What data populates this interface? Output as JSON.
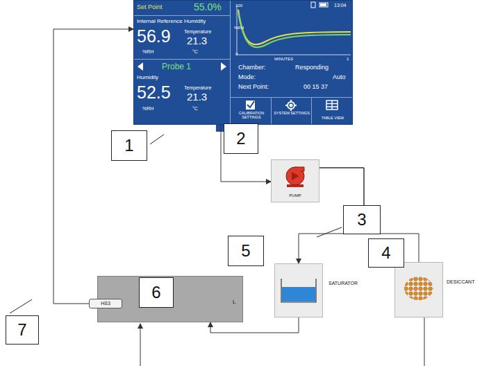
{
  "diagram": {
    "nodes": [
      {
        "text": [
          "13:04"
        ]
      },
      {
        "text": [
          "Set Point",
          "55.0%"
        ],
        "in": 0
      },
      {
        "text": [
          "Internal Reference Humidity",
          "56.9",
          "Temperature",
          "21.3",
          "%RH",
          "°C"
        ],
        "in": 0
      },
      {
        "text": [
          "Probe 1",
          "Humidity",
          "52.5",
          "Temperature",
          "21.3",
          "%RH",
          "°C"
        ],
        "in": 0
      },
      {
        "text": [
          "100",
          "%RH",
          "0",
          "MINUTES",
          "1",
          "Chamber:",
          "Responding",
          "Mode:",
          "Auto",
          "Next Point:",
          "00 15 37"
        ],
        "in": 0
      },
      {
        "text": [
          "CALIBRATION SETTINGS"
        ],
        "in": 0
      },
      {
        "text": [
          "SYSTEM SETTINGS"
        ],
        "in": 0
      },
      {
        "text": [
          "TABLE VIEW"
        ],
        "in": 0
      },
      {
        "text": [
          "PUMP"
        ]
      },
      {
        "text": [
          "SATURATOR"
        ]
      },
      {
        "text": [
          "DESICCANT"
        ]
      },
      {
        "text": [
          "L"
        ]
      },
      {
        "text": [
          "HS3"
        ],
        "in": 11
      }
    ],
    "edges": [
      {
        "from": 12,
        "to": 0,
        "arrow": "to"
      },
      {
        "from": 0,
        "to": 8,
        "arrow": "to"
      },
      {
        "from": 8,
        "to": 9,
        "arrow": "to"
      },
      {
        "from": 8,
        "to": 10,
        "arrow": "none"
      },
      {
        "from": 9,
        "to": 11,
        "arrow": "to"
      }
    ],
    "labels": [
      "1",
      "2",
      "3",
      "4",
      "5",
      "6",
      "7"
    ]
  }
}
